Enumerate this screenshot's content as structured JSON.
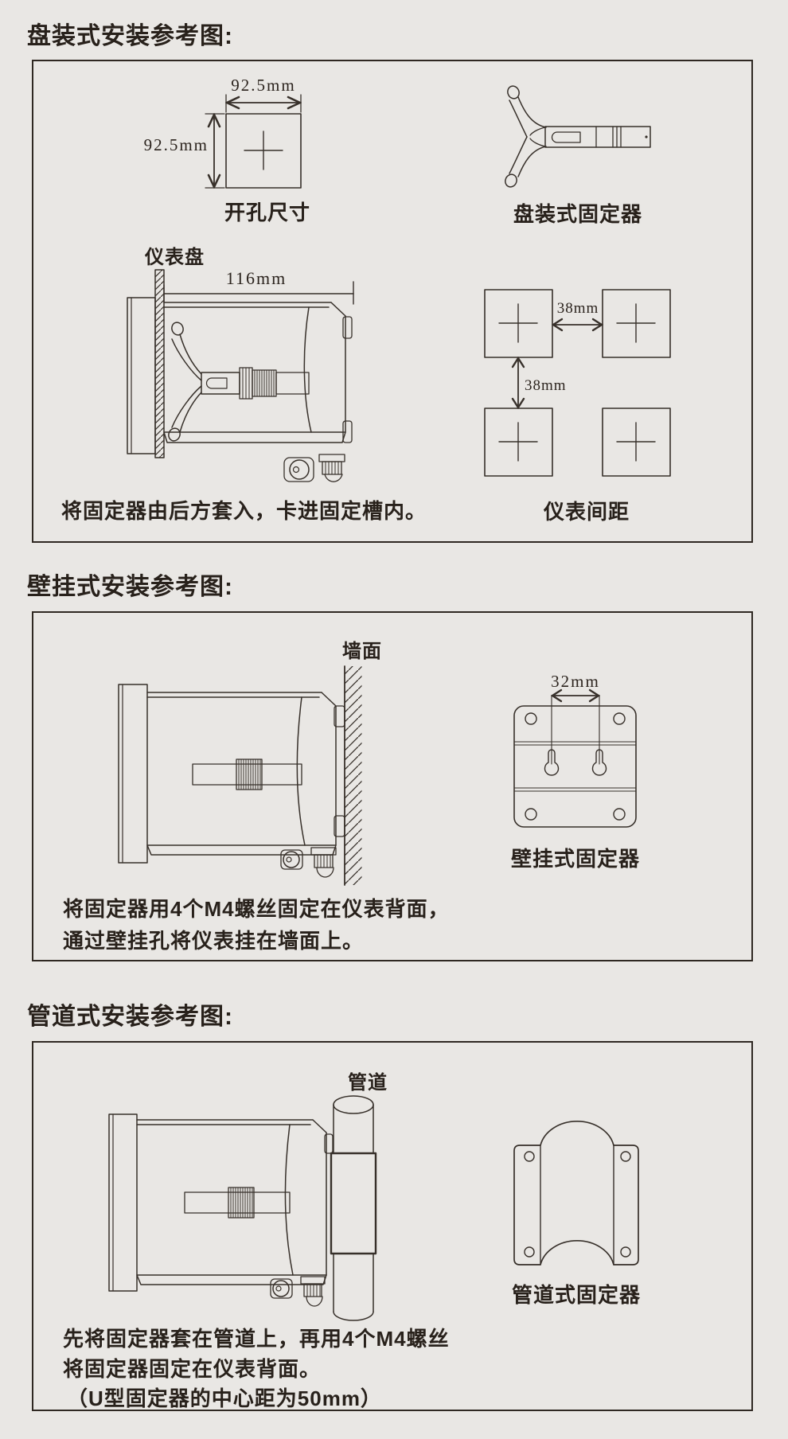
{
  "colors": {
    "background": "#e9e7e4",
    "line": "#37302a",
    "text": "#28211b"
  },
  "sections": {
    "panel": {
      "title": "盘装式安装参考图:",
      "cutout_width": "92.5mm",
      "cutout_height": "92.5mm",
      "cutout_label": "开孔尺寸",
      "fixer_label": "盘装式固定器",
      "panel_label": "仪表盘",
      "depth_dim": "116mm",
      "gap_horizontal": "38mm",
      "gap_vertical": "38mm",
      "spacing_label": "仪表间距",
      "caption": "将固定器由后方套入，卡进固定槽内。"
    },
    "wall": {
      "title": "壁挂式安装参考图:",
      "wall_label": "墙面",
      "hole_gap": "32mm",
      "fixer_label": "壁挂式固定器",
      "caption_line1": "将固定器用4个M4螺丝固定在仪表背面，",
      "caption_line2": "通过壁挂孔将仪表挂在墙面上。"
    },
    "pipe": {
      "title": "管道式安装参考图:",
      "pipe_label": "管道",
      "fixer_label": "管道式固定器",
      "caption_line1": "先将固定器套在管道上，再用4个M4螺丝",
      "caption_line2": "将固定器固定在仪表背面。",
      "caption_line3": "（U型固定器的中心距为50mm）"
    }
  }
}
